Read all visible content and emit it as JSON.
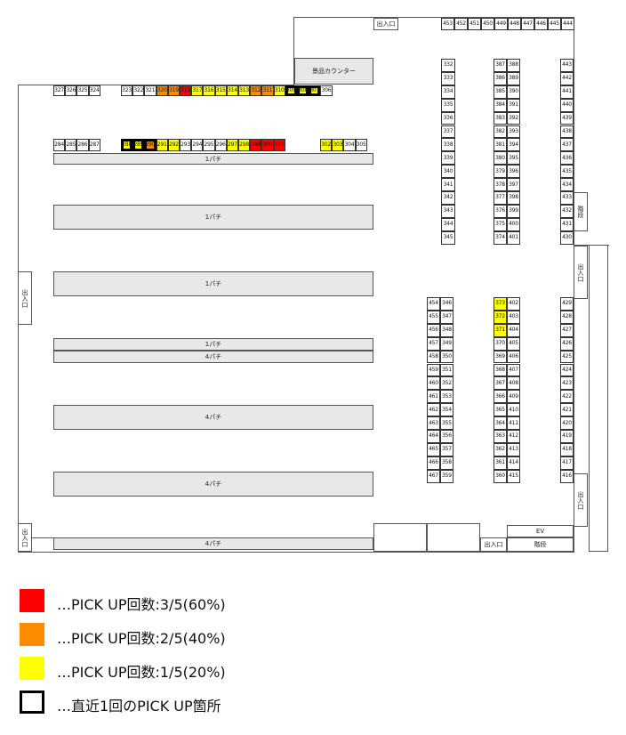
{
  "colors": {
    "high": "#ff0000",
    "mid": "#ff8c00",
    "low": "#ffff00",
    "recent_border": "#000000",
    "aisle": "#e8e8e8"
  },
  "machines": {
    "top_row": [
      {
        "n": "327"
      },
      {
        "n": "326"
      },
      {
        "n": "325"
      },
      {
        "n": "324"
      },
      {
        "n": "323"
      },
      {
        "n": "322"
      },
      {
        "n": "321"
      },
      {
        "n": "320",
        "level": "mid"
      },
      {
        "n": "319",
        "level": "mid"
      },
      {
        "n": "318",
        "level": "high"
      },
      {
        "n": "317",
        "level": "low"
      },
      {
        "n": "316",
        "level": "low"
      },
      {
        "n": "315",
        "level": "low"
      },
      {
        "n": "314",
        "level": "low"
      },
      {
        "n": "313",
        "level": "low"
      },
      {
        "n": "312",
        "level": "mid"
      },
      {
        "n": "311",
        "level": "mid"
      },
      {
        "n": "310",
        "level": "low"
      },
      {
        "n": "309",
        "level": "low",
        "recent": true
      },
      {
        "n": "308",
        "level": "low",
        "recent": true
      },
      {
        "n": "307",
        "level": "low",
        "recent": true
      },
      {
        "n": "306"
      }
    ],
    "second_row": [
      {
        "n": "284"
      },
      {
        "n": "285"
      },
      {
        "n": "286"
      },
      {
        "n": "287"
      },
      {
        "n": "288",
        "level": "low",
        "recent": true
      },
      {
        "n": "289",
        "level": "low",
        "recent": true
      },
      {
        "n": "290",
        "level": "mid",
        "recent": true
      },
      {
        "n": "291",
        "level": "low"
      },
      {
        "n": "292",
        "level": "low"
      },
      {
        "n": "293"
      },
      {
        "n": "294"
      },
      {
        "n": "295"
      },
      {
        "n": "296"
      },
      {
        "n": "297",
        "level": "low"
      },
      {
        "n": "298",
        "level": "low"
      },
      {
        "n": "299",
        "level": "high"
      },
      {
        "n": "300",
        "level": "high"
      },
      {
        "n": "301",
        "level": "high"
      },
      {
        "n": "302",
        "level": "low"
      },
      {
        "n": "303",
        "level": "low"
      },
      {
        "n": "304"
      },
      {
        "n": "305"
      }
    ],
    "top_right": [
      {
        "n": "453"
      },
      {
        "n": "452"
      },
      {
        "n": "451"
      },
      {
        "n": "450"
      },
      {
        "n": "449"
      },
      {
        "n": "448"
      },
      {
        "n": "447"
      },
      {
        "n": "446"
      },
      {
        "n": "445"
      },
      {
        "n": "444"
      }
    ],
    "col_a": [
      "332",
      "333",
      "334",
      "335",
      "336",
      "337",
      "338",
      "339",
      "340",
      "341",
      "342",
      "343",
      "344",
      "345"
    ],
    "col_b_left": [
      "387",
      "386",
      "385",
      "384",
      "383",
      "382",
      "381",
      "380",
      "379",
      "378",
      "377",
      "376",
      "375",
      "374"
    ],
    "col_b_right": [
      "388",
      "389",
      "390",
      "391",
      "392",
      "393",
      "394",
      "395",
      "396",
      "397",
      "398",
      "399",
      "400",
      "401"
    ],
    "col_c_upper": [
      "443",
      "442",
      "441",
      "440",
      "439",
      "438",
      "437",
      "436",
      "435",
      "434",
      "433",
      "432",
      "431",
      "430"
    ],
    "col_d_left": [
      "454",
      "455",
      "456",
      "457",
      "458",
      "459",
      "460",
      "461",
      "462",
      "463",
      "464",
      "465",
      "466",
      "467"
    ],
    "col_d_right": [
      "346",
      "347",
      "348",
      "349",
      "350",
      "351",
      "352",
      "353",
      "354",
      "355",
      "356",
      "357",
      "358",
      "359"
    ],
    "col_e_left": [
      {
        "n": "373",
        "level": "low"
      },
      {
        "n": "372",
        "level": "low"
      },
      {
        "n": "371",
        "level": "low"
      },
      {
        "n": "370"
      },
      {
        "n": "369"
      },
      {
        "n": "368"
      },
      {
        "n": "367"
      },
      {
        "n": "366"
      },
      {
        "n": "365"
      },
      {
        "n": "364"
      },
      {
        "n": "363"
      },
      {
        "n": "362"
      },
      {
        "n": "361"
      },
      {
        "n": "360"
      }
    ],
    "col_e_right": [
      "402",
      "403",
      "404",
      "405",
      "406",
      "407",
      "408",
      "409",
      "410",
      "411",
      "412",
      "413",
      "414",
      "415"
    ],
    "col_c_lower": [
      "429",
      "428",
      "427",
      "426",
      "425",
      "424",
      "423",
      "422",
      "421",
      "420",
      "419",
      "418",
      "417",
      "416"
    ]
  },
  "aisles": {
    "a1": "1パチ",
    "a2": "1パチ",
    "a3": "1パチ",
    "a4": "1パチ",
    "a5": "4パチ",
    "a6": "4パチ",
    "a7": "4パチ",
    "a8": "4パチ"
  },
  "labels": {
    "prize_counter": "景品カウンター",
    "exit_top": "出入口",
    "exit_left_mid": "出入口",
    "exit_left_bottom": "出入口",
    "exit_right_upper": "出入口",
    "exit_right_lower": "出入口",
    "exit_bottom": "出入口",
    "stairs_right": "階段",
    "stairs_bottom": "階段",
    "ev": "EV"
  },
  "legend": [
    {
      "label": "…PICK UP回数:3/5(60%)",
      "color": "#ff0000"
    },
    {
      "label": "…PICK UP回数:2/5(40%)",
      "color": "#ff8c00"
    },
    {
      "label": "…PICK UP回数:1/5(20%)",
      "color": "#ffff00"
    },
    {
      "label": "…直近1回のPICK UP箇所",
      "color": "#ffffff"
    }
  ]
}
